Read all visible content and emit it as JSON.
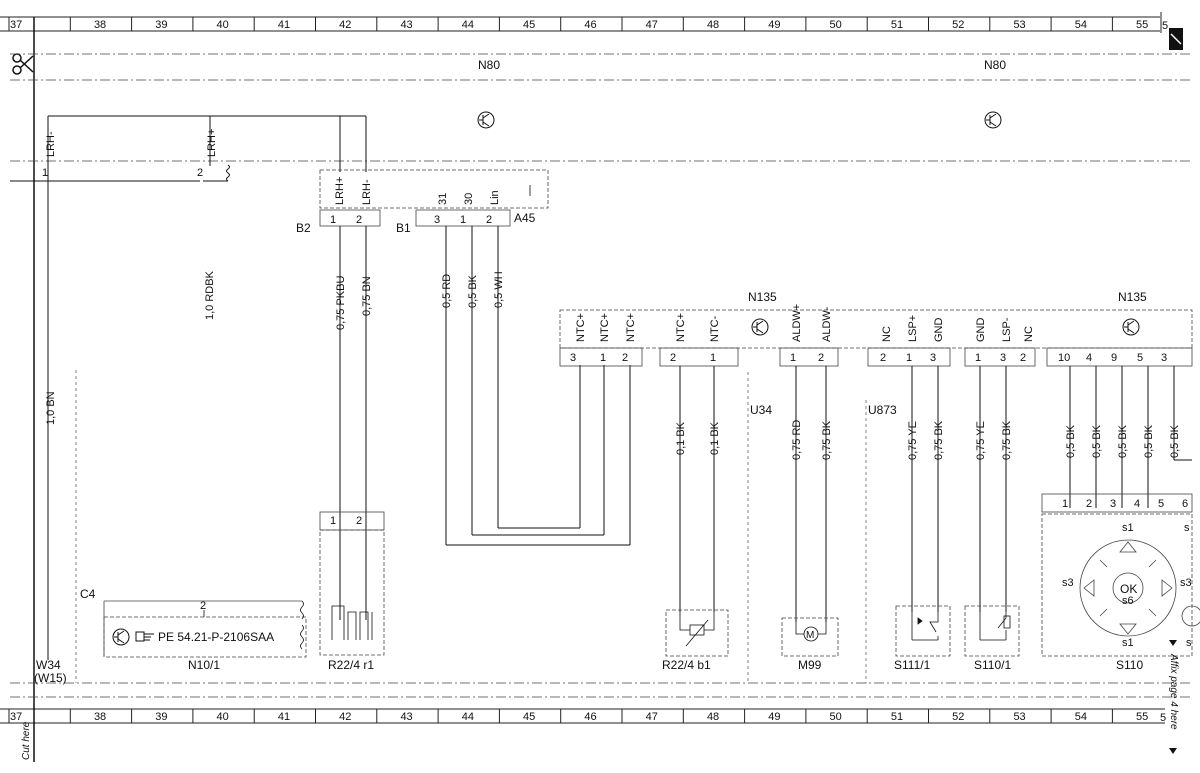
{
  "grid_numbers": [
    "37",
    "38",
    "39",
    "40",
    "41",
    "42",
    "43",
    "44",
    "45",
    "46",
    "47",
    "48",
    "49",
    "50",
    "51",
    "52",
    "53",
    "54",
    "55"
  ],
  "corner_right_top": "5",
  "corner_right_bottom": "5",
  "module_top_left": "N80",
  "module_top_right": "N80",
  "wire_labels": {
    "lrh_minus_left": "LRH-",
    "lrh_plus_left": "LRH+",
    "w1": "1,0 RDBK",
    "w2": "1,0 BN",
    "w3": "0,75 PKBU",
    "w4": "0,75 BN",
    "w5": "0,5 RD",
    "w6": "0,5 BK",
    "w7": "0,5 WH",
    "w8": "0,1 BK",
    "w9": "0,1 BK",
    "w10": "0,75 RD",
    "w11": "0,75 BK",
    "w12": "0,75 YE",
    "w13": "0,75 BK",
    "w14": "0,75 YE",
    "w15": "0,75 BK",
    "w16": "0,5 BK",
    "w17": "0,5 BK",
    "w18": "0,5 BK",
    "w19": "0,5 BK",
    "w20": "0,5 BK"
  },
  "pins_top": {
    "lrh_plus": "LRH+",
    "lrh_minus": "LRH-",
    "p31": "31",
    "p30": "30",
    "lin": "Lin"
  },
  "connectors": {
    "b2": "B2",
    "b1": "B1",
    "a45": "A45",
    "n135_left": "N135",
    "n135_right": "N135",
    "u34": "U34",
    "u873": "U873",
    "c4": "C4",
    "w34": "W34",
    "w15": "(W15)"
  },
  "pin_names_row": [
    "NTC+",
    "NTC+",
    "NTC+",
    "NTC+",
    "NTC-",
    "ALDW+",
    "ALDW-",
    "NC",
    "LSP+",
    "GND",
    "GND",
    "LSP-",
    "NC"
  ],
  "pin_numbers_row": [
    "3",
    "1",
    "2",
    "2",
    "1",
    "1",
    "2",
    "2",
    "1",
    "3",
    "1",
    "3",
    "2",
    "10",
    "4",
    "9",
    "5",
    "3"
  ],
  "components": {
    "n10": "N10/1",
    "pe_ref": "PE 54.21-P-2106SAA",
    "r22_r1": "R22/4  r1",
    "r22_b1": "R22/4  b1",
    "m99": "M99",
    "m_symbol": "M",
    "s111": "S111/1",
    "s110_1": "S110/1",
    "s110": "S110",
    "ok": "OK",
    "s1_top": "s1",
    "s1_bottom": "s1",
    "s3": "s3",
    "s6": "s6",
    "s_top_right": "s",
    "s3_right": "s3",
    "s_bot_right": "s"
  },
  "side_text": {
    "cut_here": "Cut here",
    "affix_page": "Affix page 4 here"
  }
}
